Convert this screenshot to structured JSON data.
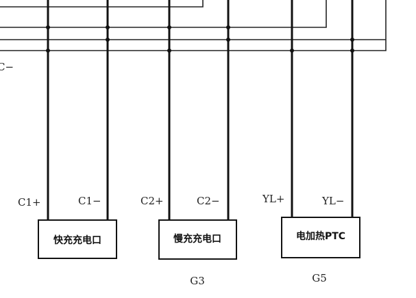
{
  "top_left_label": "C−",
  "pins": {
    "c1_plus": "C1+",
    "c1_minus": "C1−",
    "c2_plus": "C2+",
    "c2_minus": "C2−",
    "yl_plus": "YL+",
    "yl_minus": "YL−"
  },
  "components": {
    "fast_charge": "快充充电口",
    "slow_charge": "慢充充电口",
    "ptc_heater": "电加热PTC"
  },
  "groups": {
    "g3": "G3",
    "g5": "G5"
  }
}
